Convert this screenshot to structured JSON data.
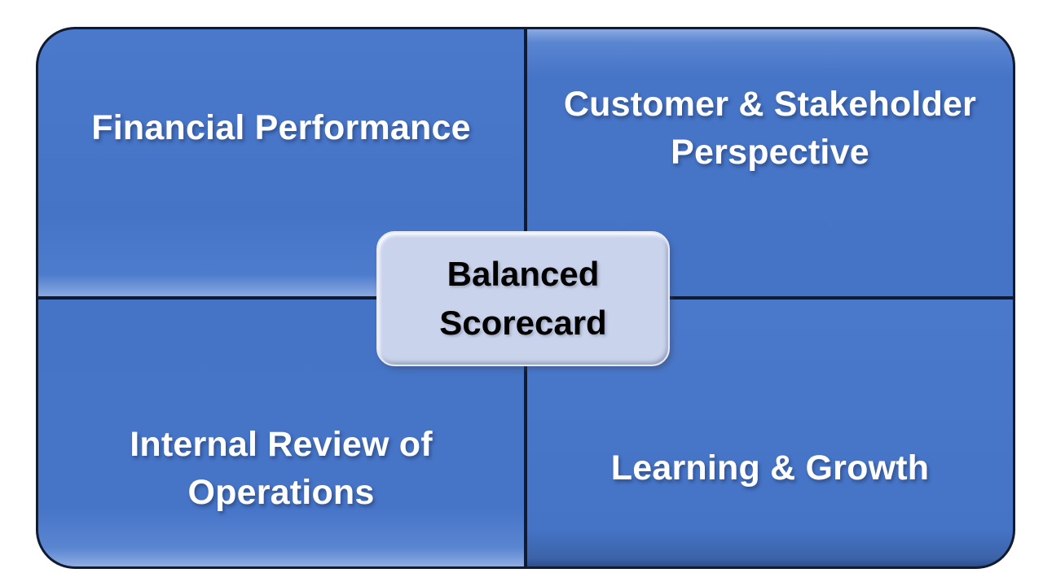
{
  "diagram": {
    "center_label": "Balanced Scorecard",
    "quadrants": [
      {
        "position": "top-left",
        "label": "Financial Performance"
      },
      {
        "position": "top-right",
        "label": "Customer & Stakeholder Perspective"
      },
      {
        "position": "bottom-left",
        "label": "Internal Review of Operations"
      },
      {
        "position": "bottom-right",
        "label": "Learning & Growth"
      }
    ],
    "colors": {
      "canvas": "#ffffff",
      "quadrant_fill": "#4775c8",
      "border": "#101a30",
      "center_fill": "#c9d3ec",
      "center_border": "#e6ebf7",
      "text_on_blue": "#ffffff",
      "text_on_center": "#000000"
    }
  }
}
